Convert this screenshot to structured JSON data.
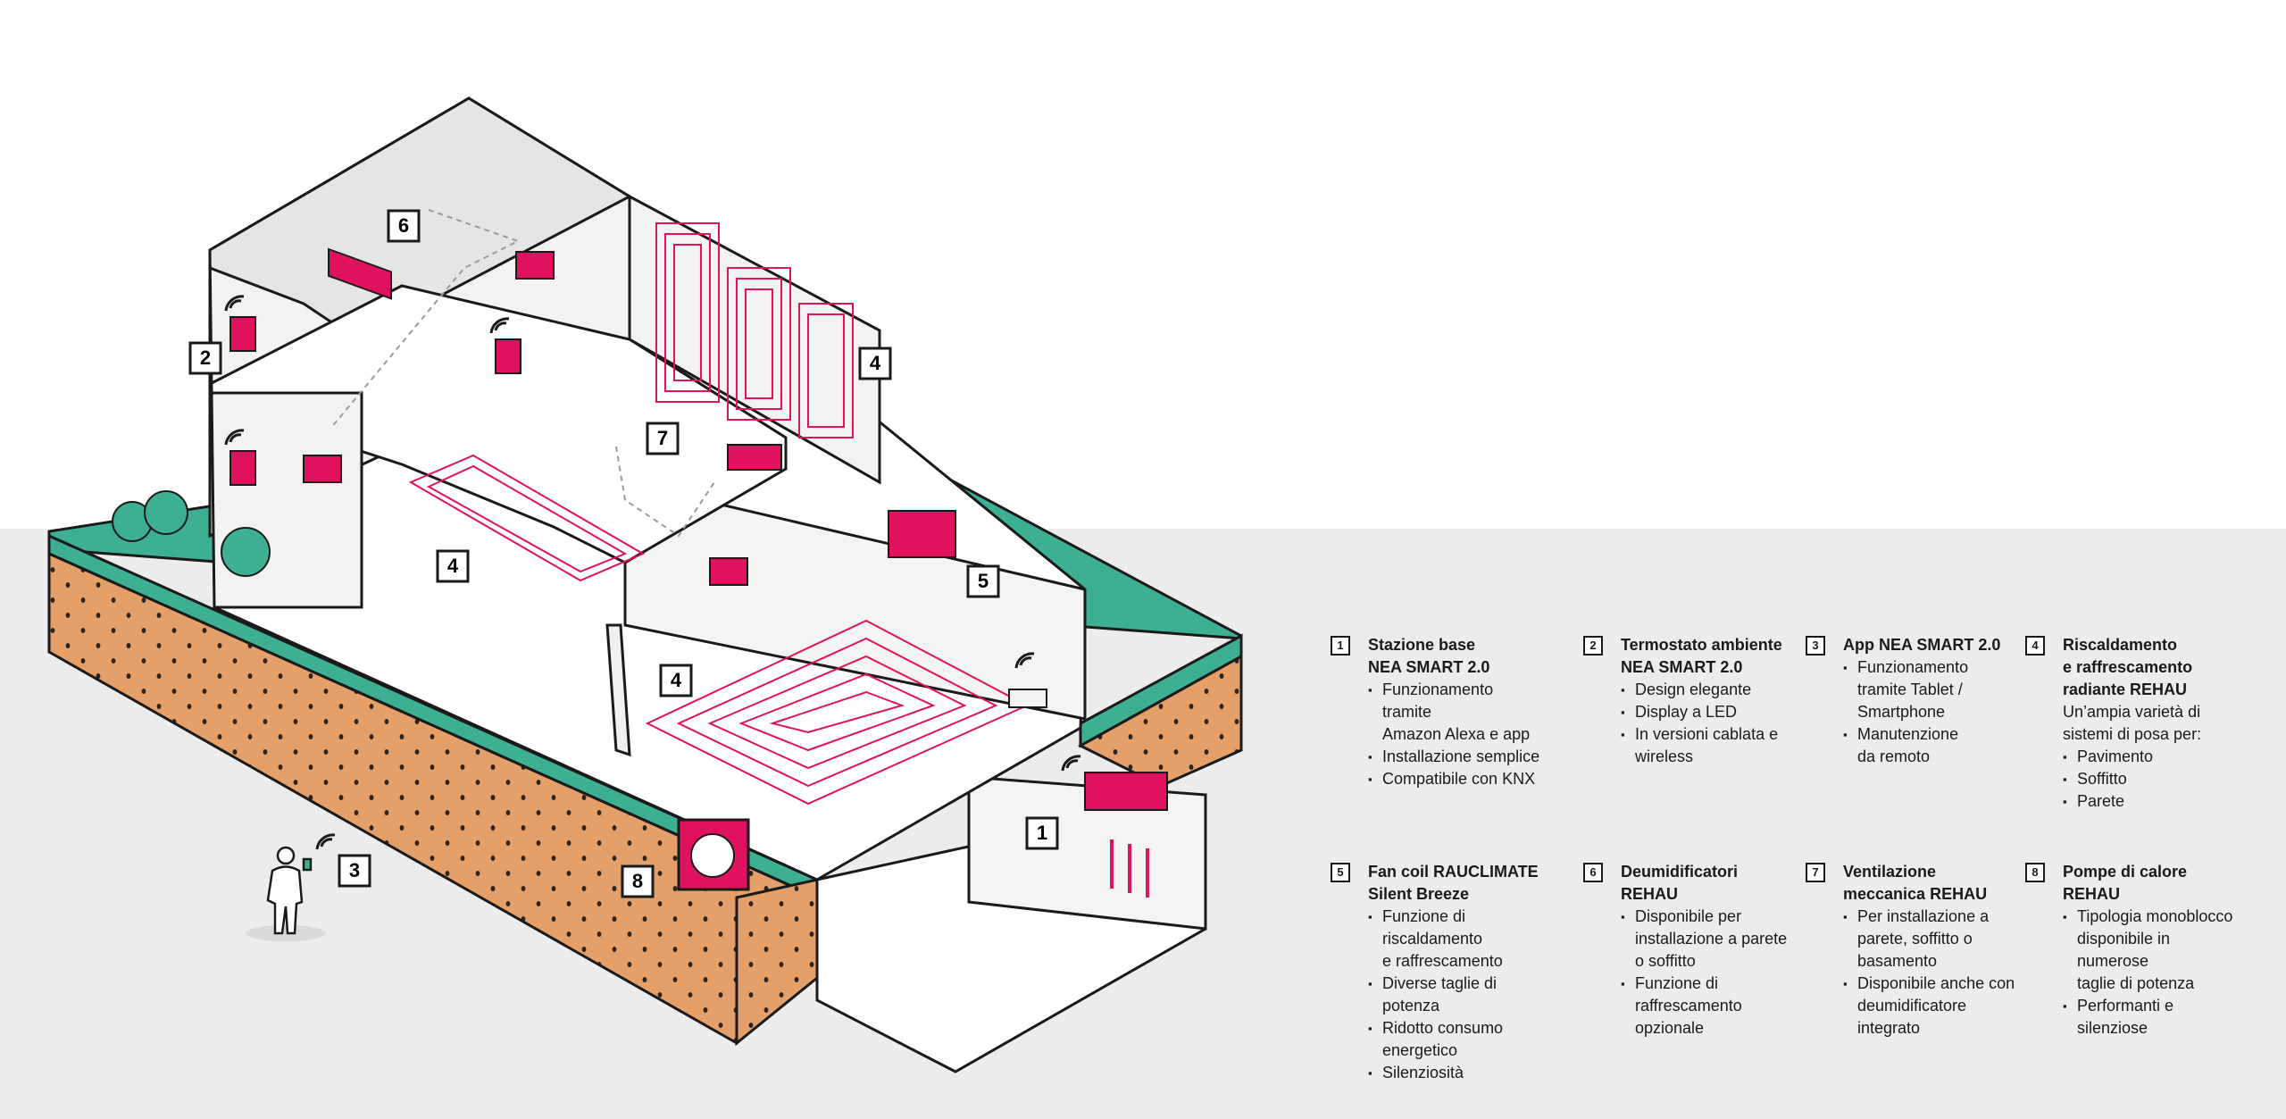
{
  "colors": {
    "accent": "#e0115f",
    "grass": "#3daf93",
    "soil": "#e5a06a",
    "wall": "#f2f2f3",
    "roof": "#e5e5e6",
    "background_band": "#ececed",
    "outline": "#1a1a1a"
  },
  "callouts": {
    "c1": "1",
    "c2": "2",
    "c3": "3",
    "c4a": "4",
    "c4b": "4",
    "c4c": "4",
    "c5": "5",
    "c6": "6",
    "c7": "7",
    "c8": "8"
  },
  "legend": [
    {
      "number": "1",
      "title": "Stazione base\nNEA SMART 2.0",
      "intro": "",
      "bullets": [
        "Funzionamento tramite\nAmazon Alexa e app",
        "Installazione semplice",
        "Compatibile con KNX"
      ]
    },
    {
      "number": "2",
      "title": "Termostato ambiente\n NEA SMART 2.0",
      "intro": "",
      "bullets": [
        "Design elegante",
        "Display a LED",
        "In versioni cablata e\nwireless"
      ]
    },
    {
      "number": "3",
      "title": "App NEA SMART 2.0",
      "intro": "",
      "bullets": [
        "Funzionamento\ntramite Tablet /\nSmartphone",
        "Manutenzione\nda remoto"
      ]
    },
    {
      "number": "4",
      "title": "Riscaldamento\ne raffrescamento\nradiante REHAU",
      "intro": "Un’ampia varietà di\nsistemi di posa per:",
      "bullets": [
        "Pavimento",
        "Soffitto",
        "Parete"
      ]
    },
    {
      "number": "5",
      "title": "Fan coil RAUCLIMATE\nSilent Breeze",
      "intro": "",
      "bullets": [
        "Funzione di riscaldamento\ne raffrescamento",
        "Diverse taglie di potenza",
        "Ridotto consumo energetico",
        "Silenziosità"
      ]
    },
    {
      "number": "6",
      "title": "Deumidificatori\nREHAU",
      "intro": "",
      "bullets": [
        "Disponibile per\ninstallazione a parete\no soffitto",
        "Funzione di\nraffrescamento opzionale"
      ]
    },
    {
      "number": "7",
      "title": "Ventilazione\nmeccanica REHAU",
      "intro": "",
      "bullets": [
        "Per installazione a\nparete, soffitto o\nbasamento",
        "Disponibile anche con\ndeumidificatore\nintegrato"
      ]
    },
    {
      "number": "8",
      "title": "Pompe di calore REHAU",
      "intro": "",
      "bullets": [
        "Tipologia monoblocco\ndisponibile in numerose\ntaglie di potenza",
        "Performanti e silenziose"
      ]
    }
  ]
}
